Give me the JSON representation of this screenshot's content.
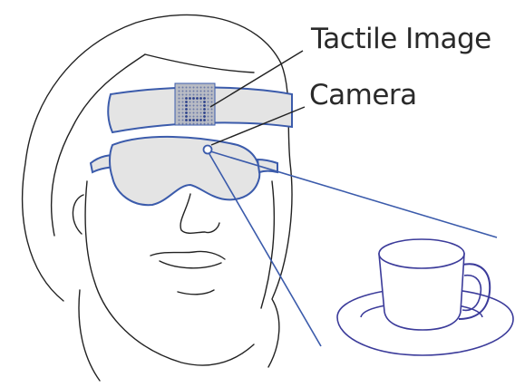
{
  "labels": {
    "tactile_image": "Tactile Image",
    "camera": "Camera"
  },
  "colors": {
    "device_outline": "#3b5bab",
    "device_fill": "#e4e4e4",
    "sketch": "#222222",
    "text": "#2a2a2a"
  },
  "icons": [
    "face-sketch",
    "headband",
    "tactile-display-grid",
    "goggles",
    "camera-lens",
    "field-of-view-lines",
    "cup-icon",
    "saucer-icon"
  ]
}
